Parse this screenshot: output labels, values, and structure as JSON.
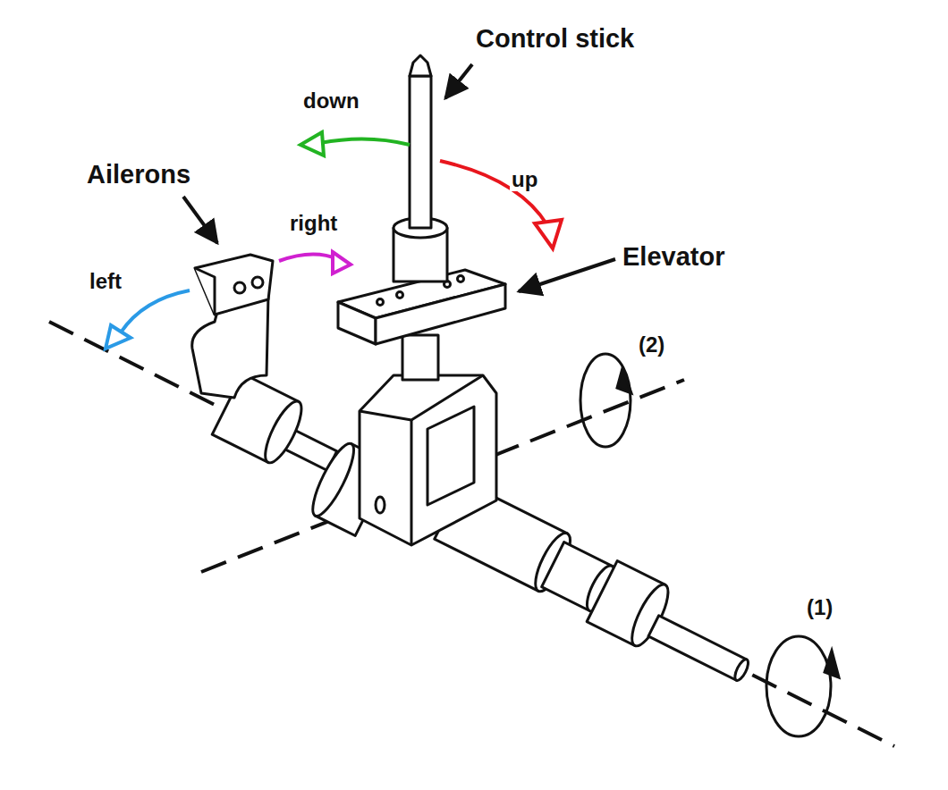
{
  "diagram": {
    "labels": [
      "Control stick",
      "down",
      "up",
      "Ailerons",
      "right",
      "left",
      "Elevator",
      "(2)",
      "(1)"
    ]
  }
}
